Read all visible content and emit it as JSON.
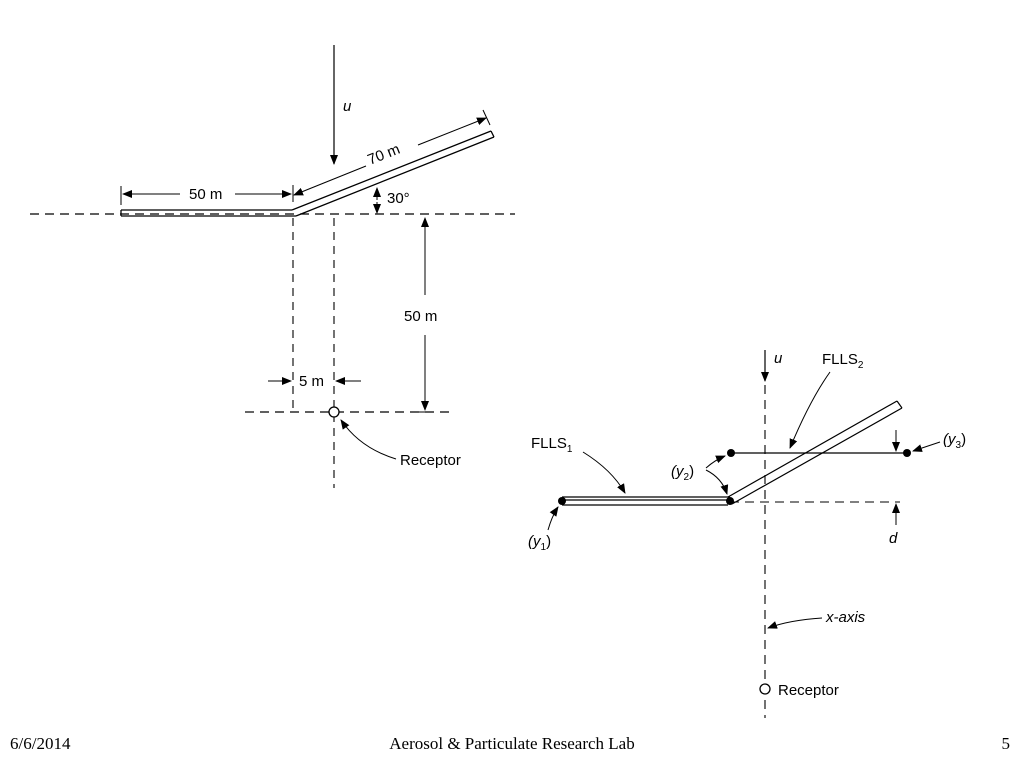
{
  "figure_1": {
    "wind_label": "u",
    "dim_70m": "70 m",
    "dim_50m_top": "50 m",
    "angle": "30°",
    "dim_50m_side": "50 m",
    "dim_5m": "5 m",
    "receptor_label": "Receptor"
  },
  "figure_2": {
    "wind_label": "u",
    "flls2_main": "FLLS",
    "flls2_sub": "2",
    "flls1_main": "FLLS",
    "flls1_sub": "1",
    "y1_label": "(y",
    "y1_sub": "1",
    "y2_label": "(y",
    "y2_sub": "2",
    "y3_label": "(y",
    "y3_sub": "3",
    "close_paren": ")",
    "d_label": "d",
    "xaxis_label": "x-axis",
    "receptor_label": "Receptor"
  },
  "footer": {
    "date": "6/6/2014",
    "center": "Aerosol & Particulate Research Lab",
    "page": "5"
  }
}
